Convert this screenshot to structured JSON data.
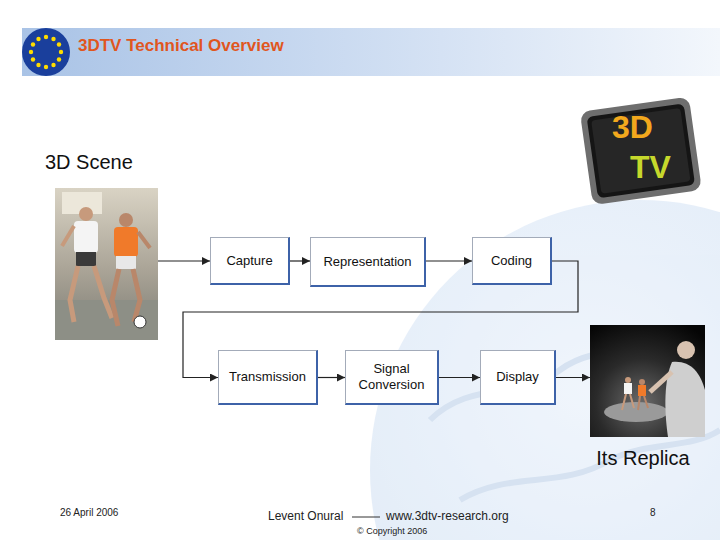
{
  "diagram": {
    "title": "3DTV Technical Overview",
    "nodes": [
      {
        "text": [
          "3D Scene"
        ]
      },
      {
        "text": [
          "Capture"
        ]
      },
      {
        "text": [
          "Representation"
        ]
      },
      {
        "text": [
          "Coding"
        ]
      },
      {
        "text": [
          "Transmission"
        ]
      },
      {
        "text": [
          "Signal Conversion"
        ]
      },
      {
        "text": [
          "Display"
        ]
      },
      {
        "text": [
          "Its Replica"
        ]
      }
    ],
    "edges": [
      {
        "from": 0,
        "to": 1,
        "arrow": "to"
      },
      {
        "from": 1,
        "to": 2,
        "arrow": "to"
      },
      {
        "from": 2,
        "to": 3,
        "arrow": "to"
      },
      {
        "from": 3,
        "to": 4,
        "arrow": "to"
      },
      {
        "from": 4,
        "to": 5,
        "arrow": "to"
      },
      {
        "from": 5,
        "to": 6,
        "arrow": "to"
      },
      {
        "from": 6,
        "to": 7,
        "arrow": "to"
      }
    ],
    "labels": [
      "3D",
      "TV",
      "26 April 2006",
      "Levent Onural",
      "www.3dtv-research.org",
      "© Copyright 2006",
      "8"
    ]
  }
}
